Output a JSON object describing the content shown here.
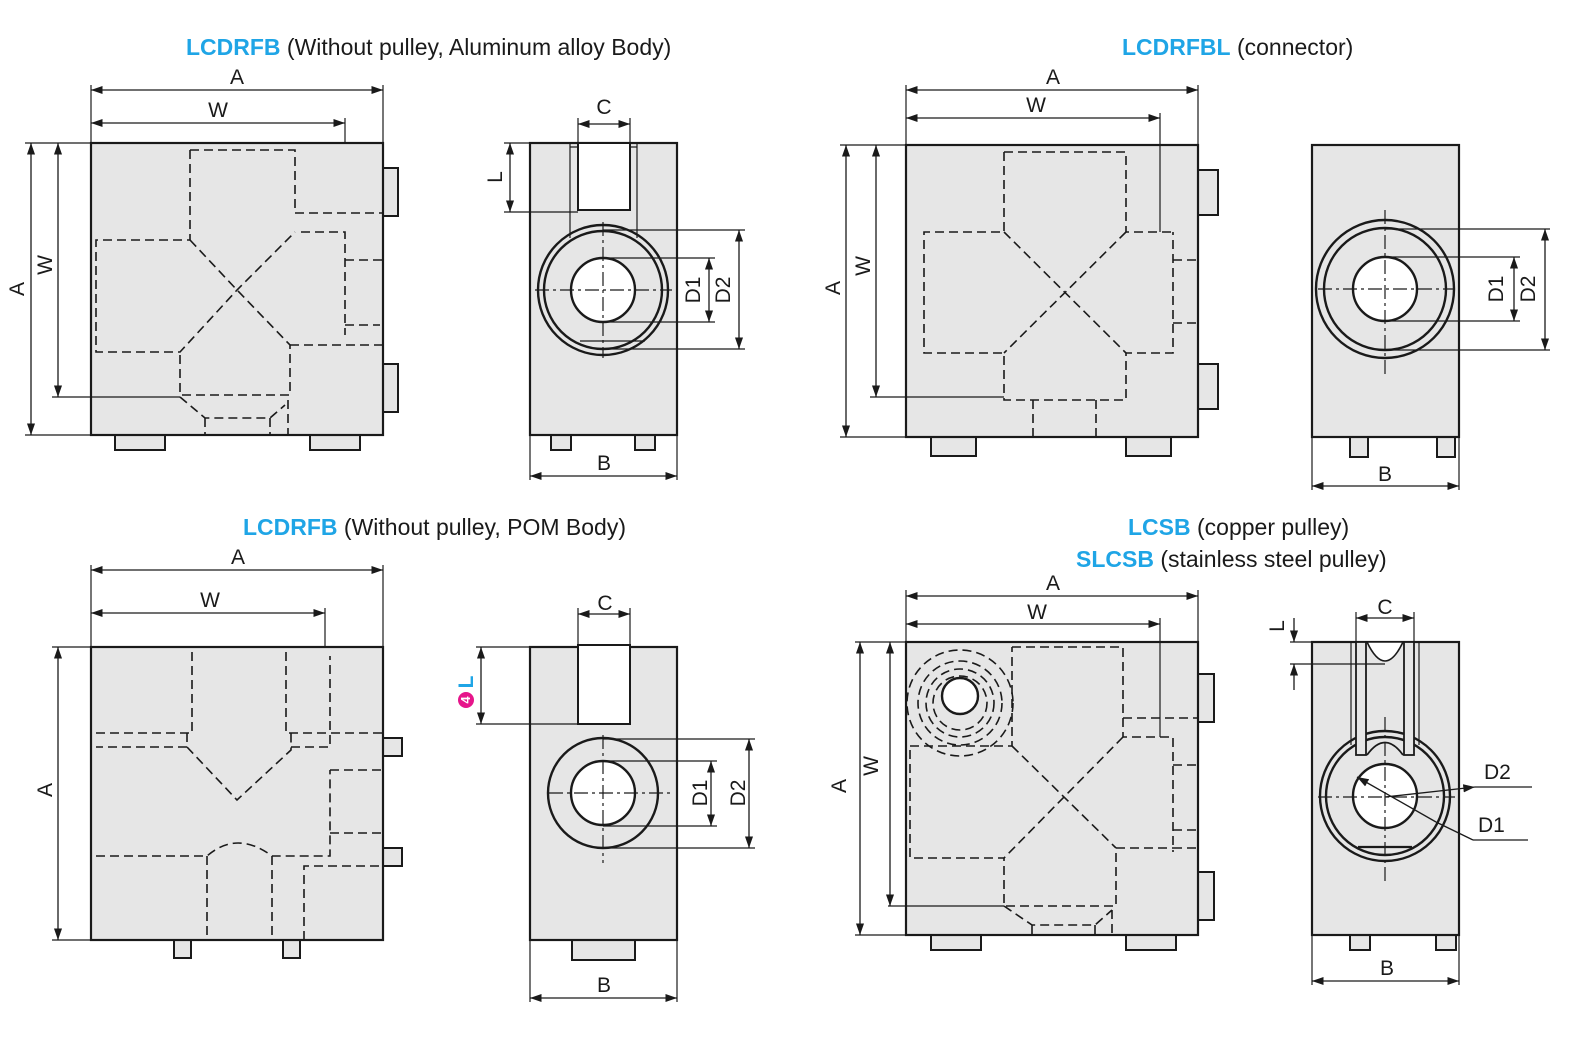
{
  "views": [
    {
      "id": "lcdrfb-al",
      "code": "LCDRFB",
      "desc": " (Without pulley, Aluminum alloy Body)"
    },
    {
      "id": "lcdrfbl",
      "code": "LCDRFBL",
      "desc": " (connector)"
    },
    {
      "id": "lcdrfb-pom",
      "code": "LCDRFB",
      "desc": " (Without pulley, POM Body)"
    },
    {
      "id": "lcsb",
      "code": "LCSB",
      "desc": " (copper pulley)"
    },
    {
      "id": "slcsb",
      "code": "SLCSB",
      "desc": " (stainless steel pulley)"
    }
  ],
  "dims": {
    "A": "A",
    "W": "W",
    "B": "B",
    "C": "C",
    "L": "L",
    "D1": "D1",
    "D2": "D2"
  },
  "badge": {
    "number": "4",
    "label": "L",
    "color": "#e6158b"
  },
  "colors": {
    "accent": "#1fa5e6",
    "body_fill": "#e6e6e6",
    "line": "#1a1a1a"
  }
}
